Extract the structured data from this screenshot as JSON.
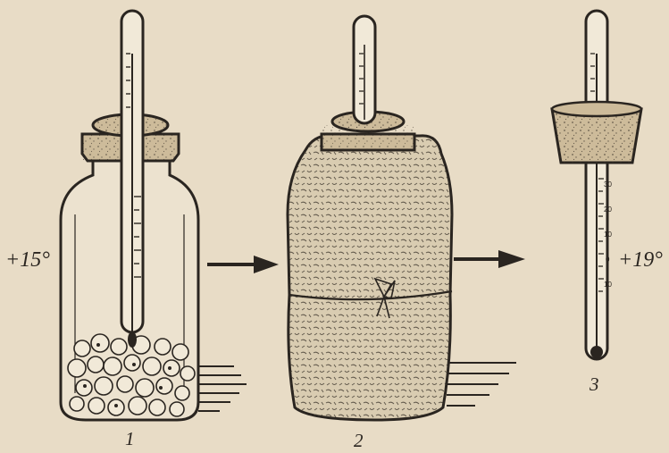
{
  "labels": {
    "temp_left": "+15°",
    "temp_right": "+19°",
    "figure_1": "1",
    "figure_2": "2",
    "figure_3": "3"
  },
  "scale_numbers": [
    "30",
    "20",
    "10",
    "0",
    "10"
  ],
  "colors": {
    "paper": "#e8dcc6",
    "ink": "#2a2520",
    "cork": "#cdbb9a"
  }
}
